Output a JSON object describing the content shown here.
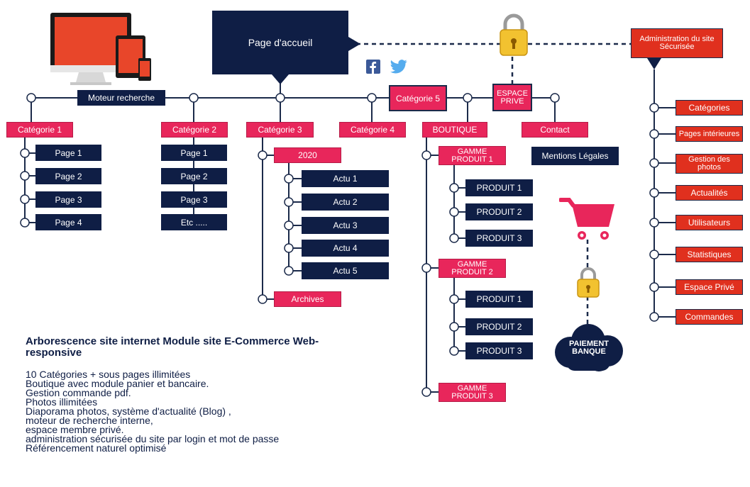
{
  "home": {
    "label": "Page d'accueil"
  },
  "search": {
    "label": "Moteur recherche"
  },
  "admin": {
    "title": "Administration du site Sécurisée",
    "items": [
      "Catégories",
      "Pages intérieures",
      "Gestion des photos",
      "Actualités",
      "Utilisateurs",
      "Statistiques",
      "Espace Privé",
      "Commandes"
    ]
  },
  "espace_prive": "ESPACE PRIVE",
  "categorie5": "Catégorie 5",
  "categories": {
    "cat1": "Catégorie 1",
    "cat2": "Catégorie 2",
    "cat3": "Catégorie 3",
    "cat4": "Catégorie 4",
    "boutique": "BOUTIQUE",
    "contact": "Contact"
  },
  "cat1_pages": [
    "Page 1",
    "Page 2",
    "Page 3",
    "Page 4"
  ],
  "cat2_pages": [
    "Page 1",
    "Page 2",
    "Page 3",
    "Etc ....."
  ],
  "cat3": {
    "year": "2020",
    "actus": [
      "Actu 1",
      "Actu 2",
      "Actu 3",
      "Actu 4",
      "Actu 5"
    ],
    "archives": "Archives"
  },
  "mentions": "Mentions Légales",
  "boutique": {
    "gammes": [
      "GAMME PRODUIT 1",
      "GAMME PRODUIT 2",
      "GAMME PRODUIT 3"
    ],
    "produits1": [
      "PRODUIT 1",
      "PRODUIT 2",
      "PRODUIT 3"
    ],
    "produits2": [
      "PRODUIT 1",
      "PRODUIT 2",
      "PRODUIT 3"
    ]
  },
  "paiement": "PAIEMENT BANQUE",
  "description": {
    "title": "Arborescence site internet  Module site E-Commerce Web-responsive",
    "lines": [
      "10 Catégories + sous pages illimitées",
      "Boutique avec module panier et bancaire.",
      "Gestion commande pdf.",
      "Photos illimitées",
      "Diaporama photos, système d'actualité  (Blog) ,",
      "moteur de recherche interne,",
      "espace membre privé.",
      "administration sécurisée du site par login et mot de passe",
      "Référencement naturel optimisé"
    ]
  },
  "icons": [
    "devices-icon",
    "facebook-icon",
    "twitter-icon",
    "padlock-icon",
    "shopping-cart-icon",
    "cloud-icon"
  ],
  "colors": {
    "navy": "#0f1e45",
    "pink": "#e8265b",
    "admin_red": "#e0301e",
    "lock_yellow": "#f2c230"
  }
}
